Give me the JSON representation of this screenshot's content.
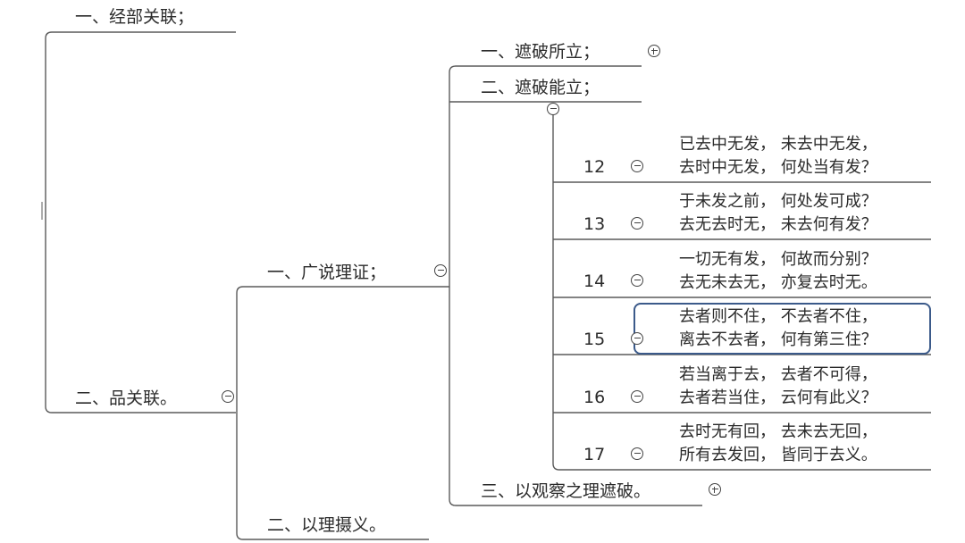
{
  "root_branches": [
    {
      "label": "一、经部关联；"
    },
    {
      "label": "二、品关联。"
    }
  ],
  "level2": [
    {
      "label": "一、广说理证；"
    },
    {
      "label": "二、以理摄义。"
    }
  ],
  "level3": [
    {
      "label": "一、遮破所立；"
    },
    {
      "label": "二、遮破能立；"
    },
    {
      "label": "三、以观察之理遮破。"
    }
  ],
  "verses": [
    {
      "number": "12",
      "line1": "已去中无发， 未去中无发，",
      "line2": "去时中无发， 何处当有发？"
    },
    {
      "number": "13",
      "line1": "于未发之前， 何处发可成？",
      "line2": "去无去时无， 未去何有发？"
    },
    {
      "number": "14",
      "line1": "一切无有发， 何故而分别？",
      "line2": "去无未去无， 亦复去时无。"
    },
    {
      "number": "15",
      "line1": "去者则不住， 不去者不住，",
      "line2": "离去不去者， 何有第三住？"
    },
    {
      "number": "16",
      "line1": "若当离于去， 去者不可得，",
      "line2": "去者若当住， 云何有此义？"
    },
    {
      "number": "17",
      "line1": "去时无有回， 去未去无回，",
      "line2": "所有去发回， 皆同于去义。"
    }
  ],
  "highlighted_verse": "15",
  "colors": {
    "line": "#5a5a5a",
    "text": "#2b2b2b",
    "highlight_border": "#3b5a8a"
  },
  "icons": {
    "expanded": "collapse-minus-icon",
    "collapsed": "expand-plus-icon"
  }
}
